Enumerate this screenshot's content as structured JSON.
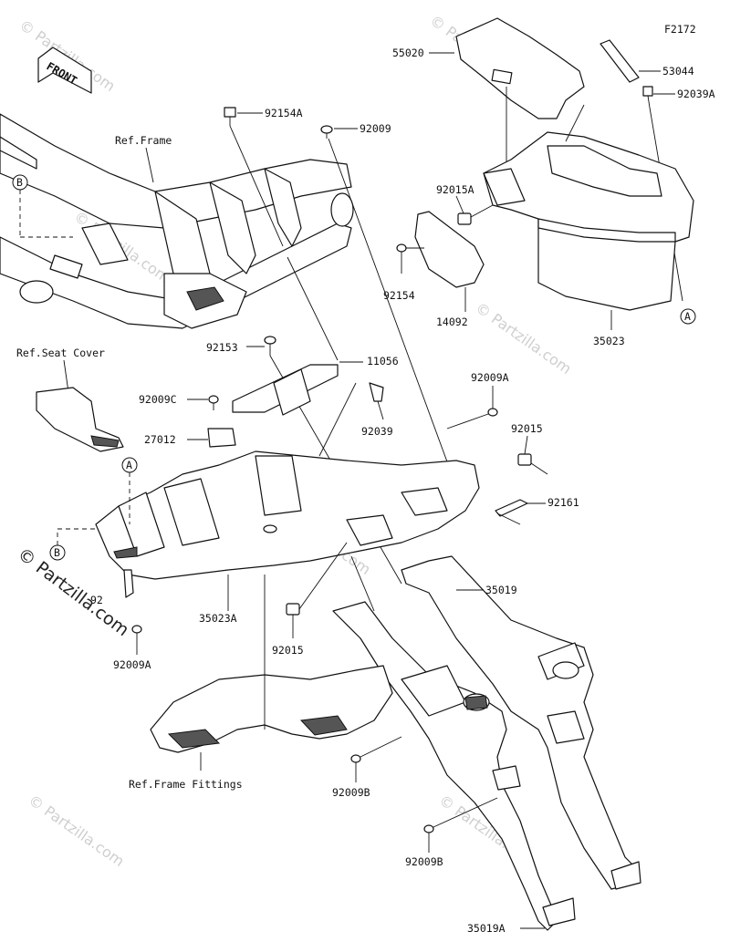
{
  "figure_id": "F2172",
  "front_arrow_label": "FRONT",
  "watermark_text": "© Partzilla.com",
  "refs": {
    "frame": "Ref.Frame",
    "seat_cover": "Ref.Seat Cover",
    "frame_fittings": "Ref.Frame Fittings"
  },
  "callouts": {
    "a": "A",
    "b": "B"
  },
  "parts": {
    "p55020": "55020",
    "p53044": "53044",
    "p92039A": "92039A",
    "p92154A": "92154A",
    "p92009_top": "92009",
    "p92015A": "92015A",
    "p92154": "92154",
    "p14092": "14092",
    "p35023": "35023",
    "p92153": "92153",
    "p11056": "11056",
    "p92009C": "92009C",
    "p92039": "92039",
    "p92009A_right": "92009A",
    "p92015_right": "92015",
    "p27012": "27012",
    "p92161": "92161",
    "p35019": "35019",
    "p92015_low": "92015",
    "p35023A": "35023A",
    "p92009A_left": "92009A",
    "p92_partial": "92",
    "p92009B_a": "92009B",
    "p92009B_b": "92009B",
    "p35019A": "35019A"
  },
  "colors": {
    "line": "#111111",
    "watermark": "#cfcfcf",
    "paper": "#ffffff"
  }
}
